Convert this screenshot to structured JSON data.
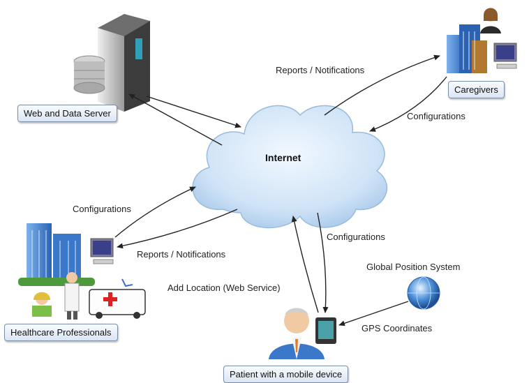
{
  "cloud": {
    "label": "Internet"
  },
  "nodes": {
    "server": "Web and Data Server",
    "caregivers": "Caregivers",
    "healthcare": "Healthcare Professionals",
    "patient": "Patient with a mobile device",
    "gps": "Global Position System"
  },
  "edges": {
    "caregivers_reports": "Reports / Notifications",
    "caregivers_config": "Configurations",
    "health_config": "Configurations",
    "health_reports": "Reports / Notifications",
    "patient_config": "Configurations",
    "patient_location": "Add Location (Web Service)",
    "gps_coords": "GPS Coordinates"
  },
  "colors": {
    "cloud": "#cfe3f7",
    "cloud_edge": "#9bbbd9",
    "building_blue": "#3d7fd0",
    "arrow": "#222222"
  }
}
